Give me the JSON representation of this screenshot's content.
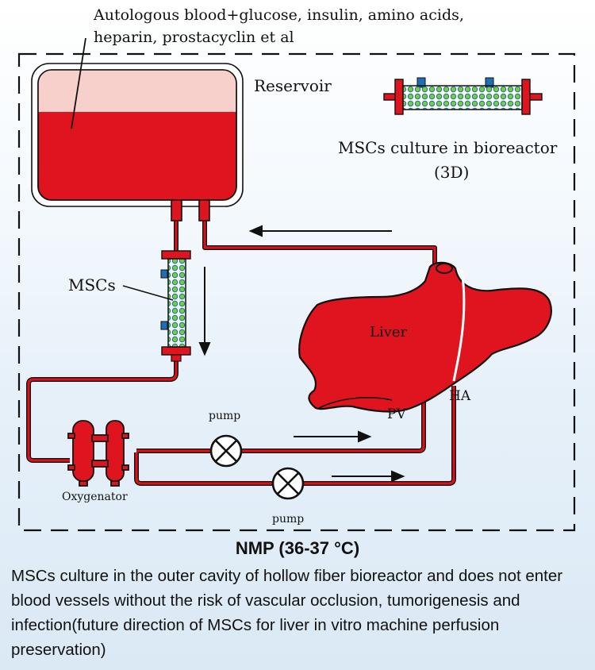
{
  "labels": {
    "additives_line1": "Autologous blood+glucose, insulin, amino acids,",
    "additives_line2": "heparin, prostacyclin et al",
    "reservoir": "Reservoir",
    "bioreactor_3d_line1": "MSCs culture in bioreactor",
    "bioreactor_3d_line2": "(3D)",
    "mscs": "MSCs",
    "liver": "Liver",
    "pv": "PV",
    "ha": "HA",
    "pump_top": "pump",
    "pump_bottom": "pump",
    "oxygenator": "Oxygenator"
  },
  "title": "NMP (36-37 °C)",
  "caption": "MSCs culture in the outer cavity of hollow fiber bioreactor and does not enter blood vessels without the risk of vascular occlusion, tumorigenesis and infection(future direction of MSCs for liver in vitro machine perfusion preservation)",
  "colors": {
    "blood": "#e0141e",
    "plasma": "#f8d0cb",
    "tube": "#d7141c",
    "fiber_green": "#5fc13a",
    "port_blue": "#1e6fb5",
    "outline": "#111111"
  }
}
